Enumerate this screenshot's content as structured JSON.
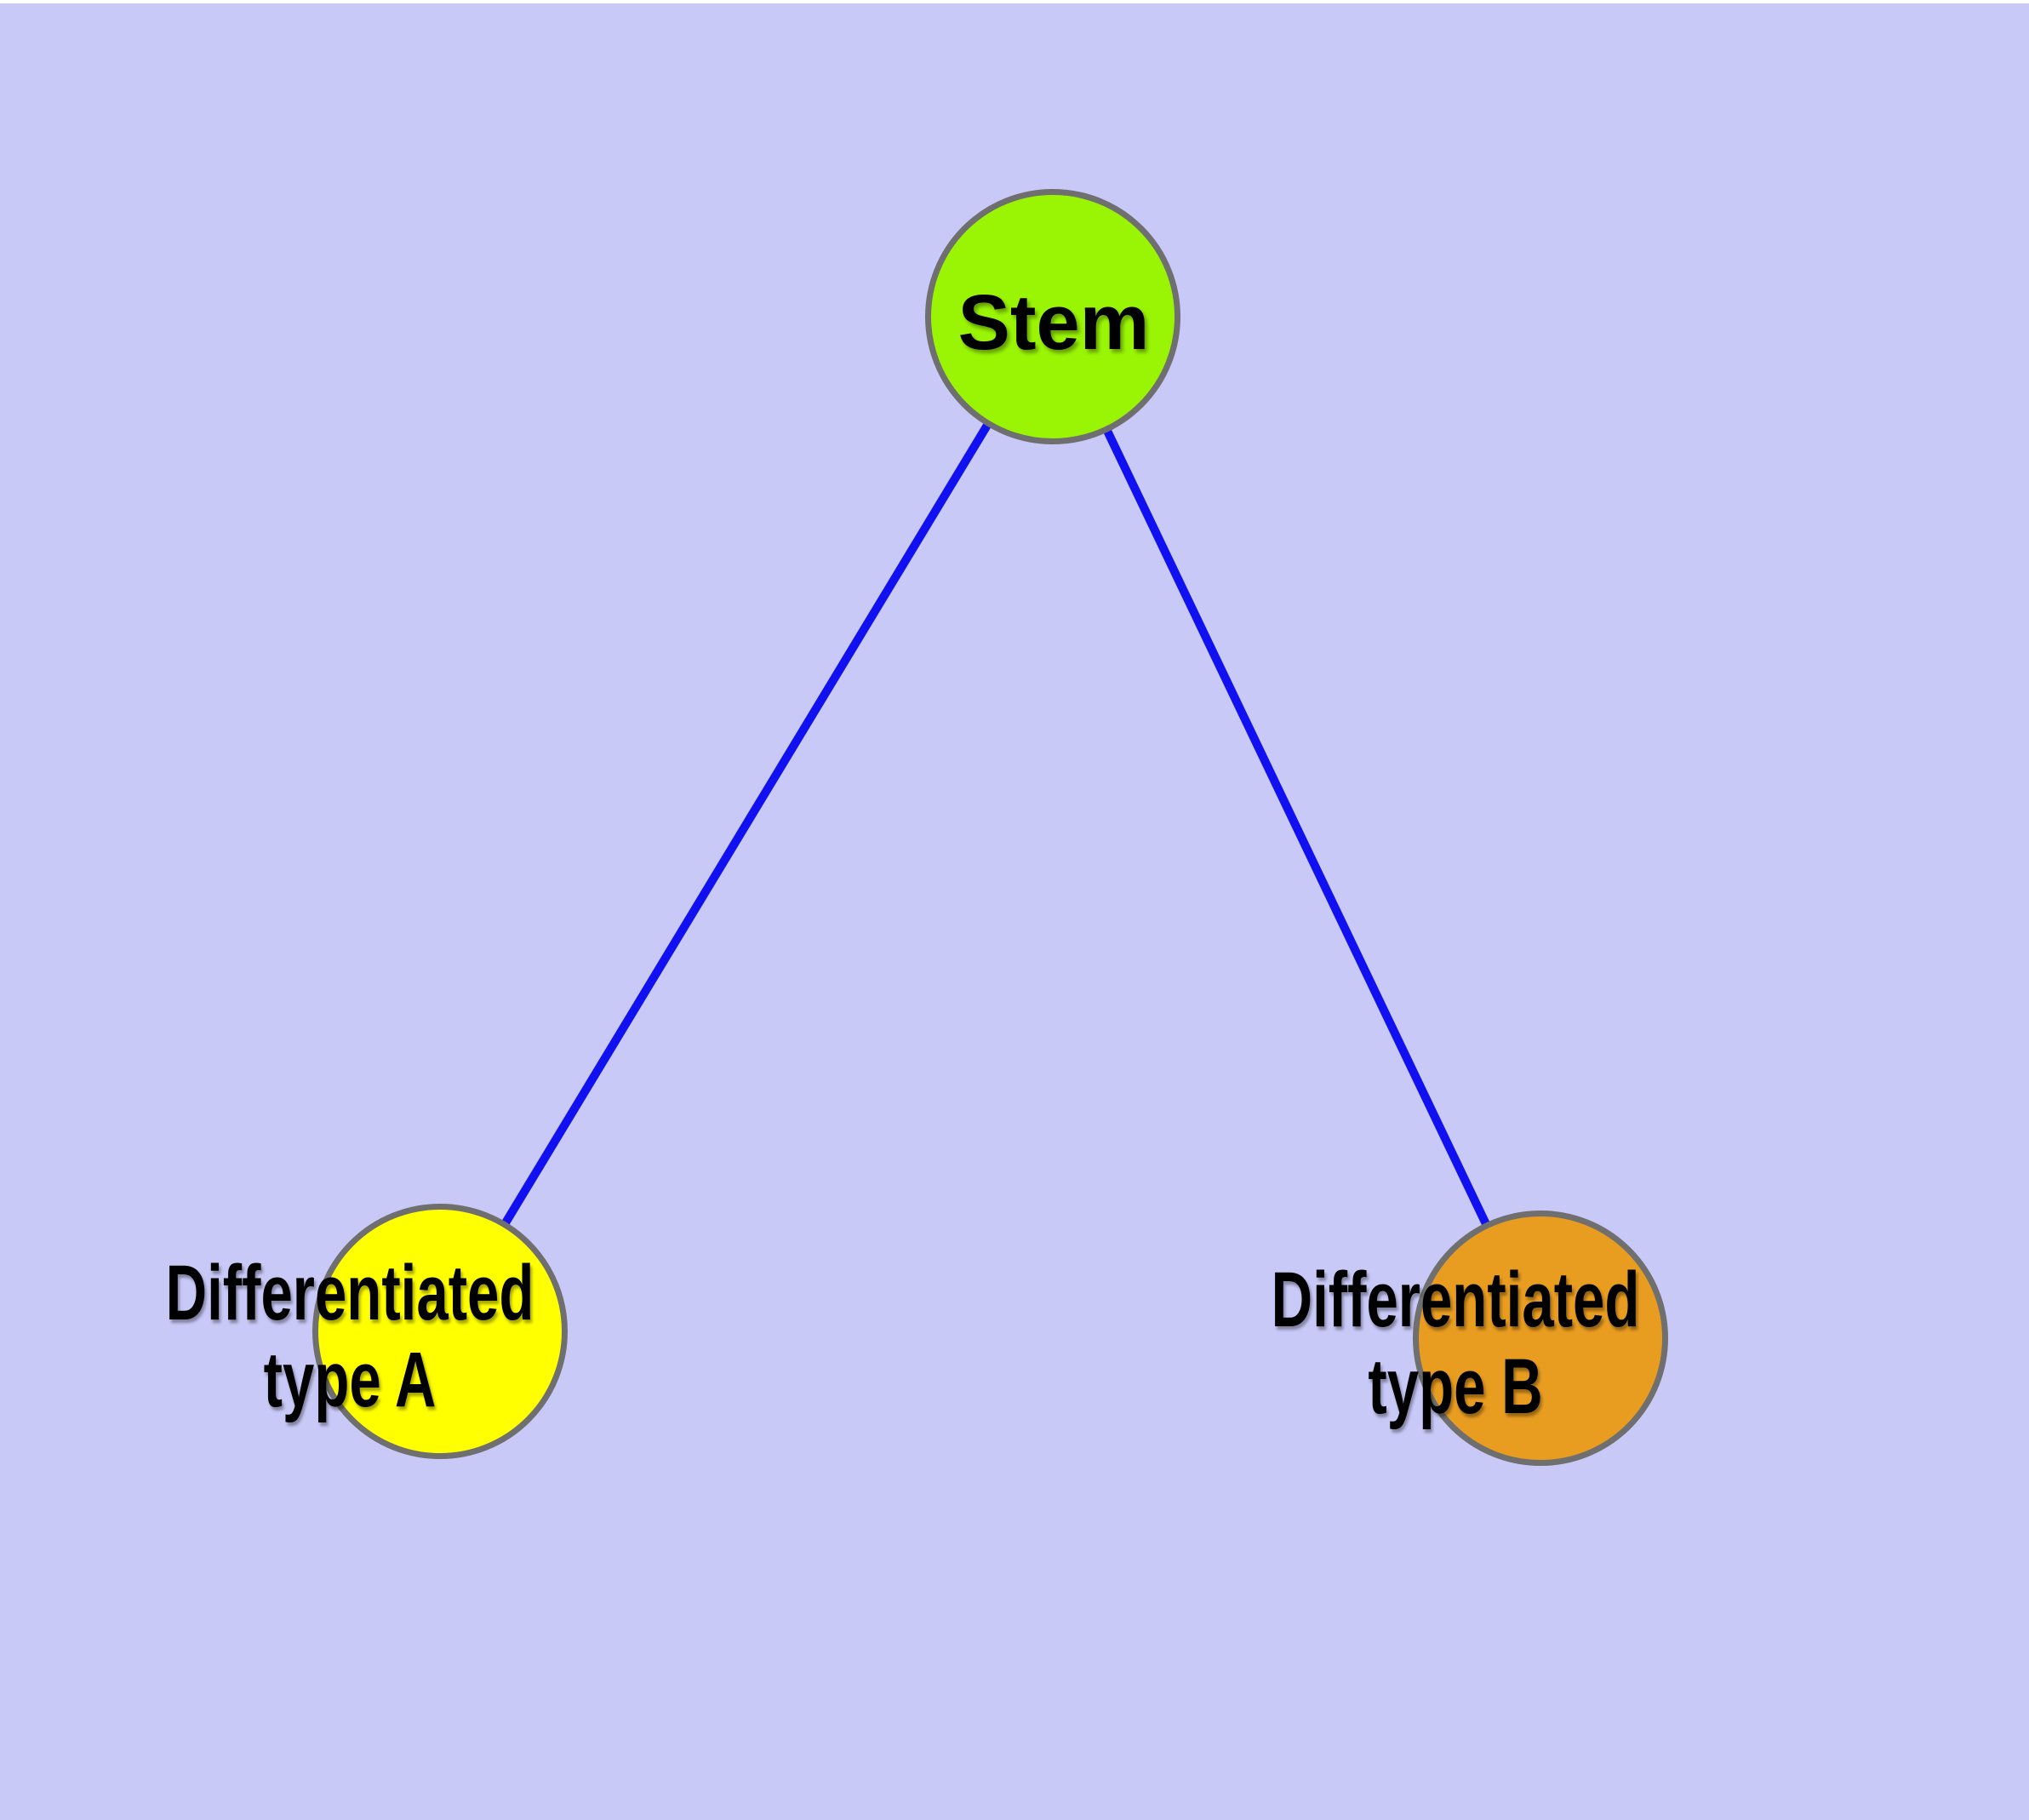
{
  "diagram": {
    "type": "node-edge-graph",
    "background_color": "#C9C9F8",
    "top_strip_color": "#FFFFFF",
    "edge_color": "#1010F0",
    "node_border_color": "#6F6F6F",
    "text_color": "#000000",
    "nodes": [
      {
        "id": "stem",
        "label": "Stem",
        "label_line1": "Stem",
        "label_line2": "",
        "fill": "#9AF505"
      },
      {
        "id": "diff-a",
        "label": "Differentiated type A",
        "label_line1": "Differentiated",
        "label_line2": "type A",
        "fill": "#FFFF00"
      },
      {
        "id": "diff-b",
        "label": "Differentiated type B",
        "label_line1": "Differentiated",
        "label_line2": "type B",
        "fill": "#E89C20"
      }
    ],
    "edges": [
      {
        "from": "Stem",
        "to": "Differentiated type A"
      },
      {
        "from": "Stem",
        "to": "Differentiated type B"
      }
    ]
  }
}
